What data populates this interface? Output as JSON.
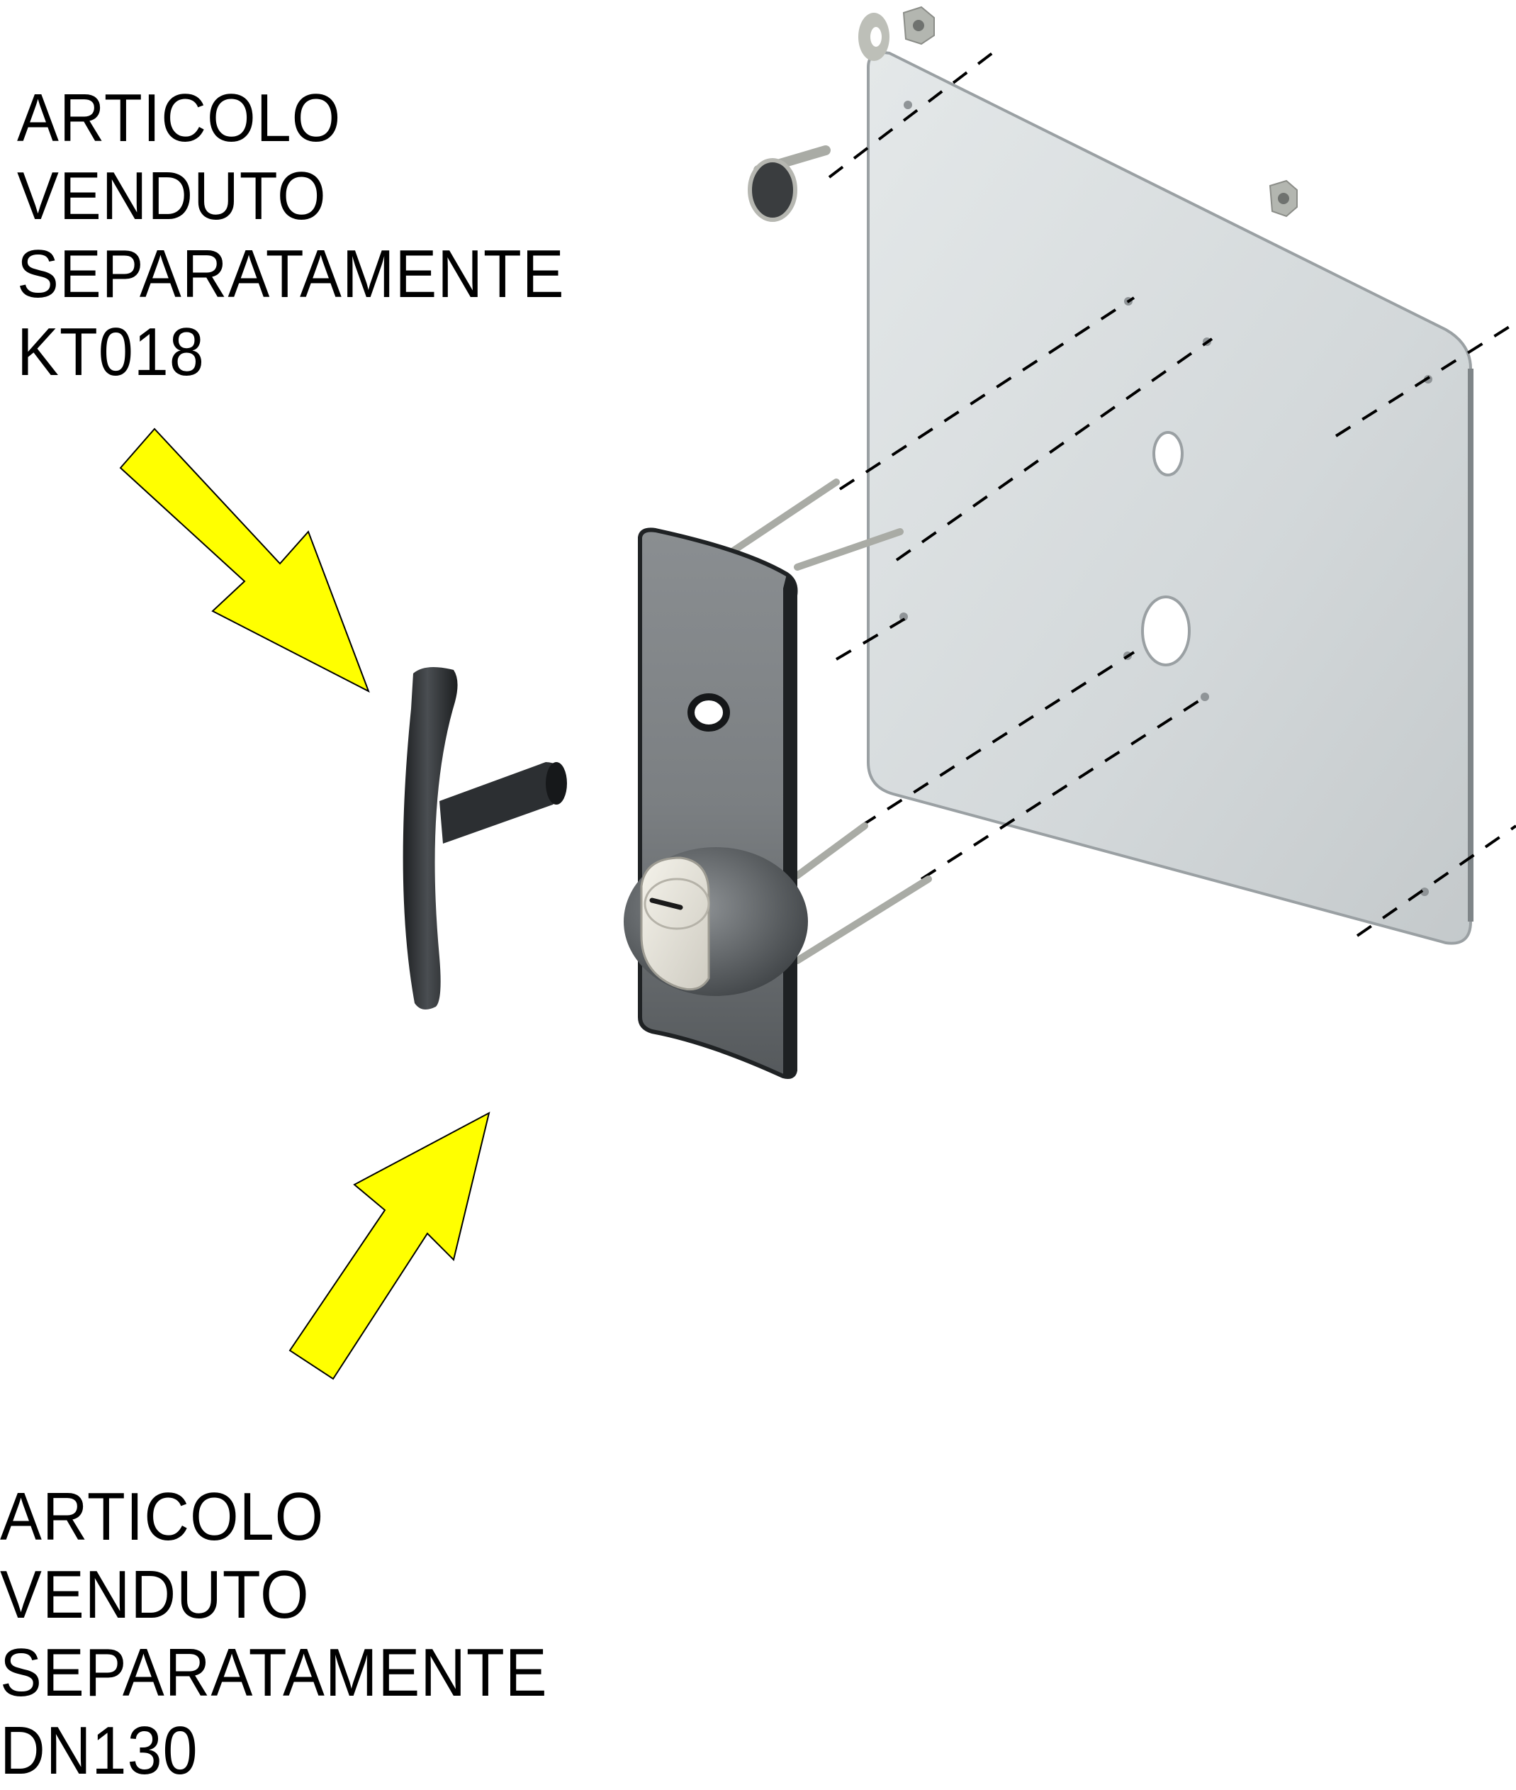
{
  "figure": {
    "type": "exploded-assembly-diagram",
    "subject": "security door escutcheon plate with cylinder guard, reinforcement back plate, handle and fixing hardware"
  },
  "callouts": [
    {
      "id": "top",
      "lines": [
        "ARTICOLO",
        "VENDUTO",
        "SEPARATAMENTE",
        "KT018"
      ],
      "points_to": "handle",
      "arrow_color": "#ffff00"
    },
    {
      "id": "bottom",
      "lines": [
        "ARTICOLO",
        "VENDUTO",
        "SEPARATAMENTE",
        "DN130"
      ],
      "points_to": "escutcheon-plate",
      "arrow_color": "#ffff00"
    }
  ],
  "parts": [
    {
      "name": "back-plate",
      "color": "#d8dcdd"
    },
    {
      "name": "escutcheon-plate",
      "color": "#6e7275"
    },
    {
      "name": "cylinder-guard",
      "color": "#e6e4dc"
    },
    {
      "name": "handle",
      "color": "#2a2d30"
    },
    {
      "name": "threaded-rods",
      "count": 4
    },
    {
      "name": "carriage-bolt",
      "count": 1
    },
    {
      "name": "washer",
      "count": 1
    },
    {
      "name": "hex-nuts",
      "count": 2
    }
  ],
  "colors": {
    "arrow_fill": "#ffff00",
    "arrow_stroke": "#000000",
    "plate_light": "#e2e6e7",
    "plate_mid": "#cfd4d6",
    "plate_edge": "#8e9396",
    "dark_metal": "#2b2e31",
    "dashed_line": "#000000"
  }
}
